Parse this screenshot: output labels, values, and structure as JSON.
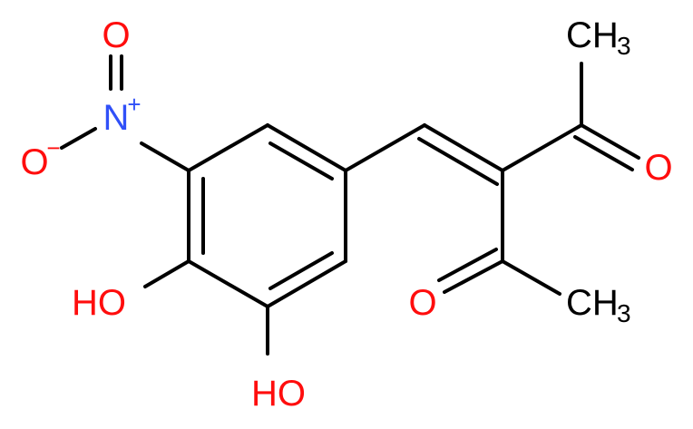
{
  "colors": {
    "bond": "#000000",
    "oxygen": "#ff0d0d",
    "nitrogen": "#3050f8",
    "carbon": "#000000"
  },
  "atoms": {
    "nitro_O_top": "O",
    "nitro_N": "N",
    "nitro_N_charge": "+",
    "nitro_O_neg": "O",
    "nitro_O_neg_charge": "−",
    "hydroxyl_1": "HO",
    "hydroxyl_2": "HO",
    "ketone_O_upper": "O",
    "ketone_O_lower": "O",
    "methyl_upper_C": "CH",
    "methyl_upper_sub": "3",
    "methyl_lower_C": "CH",
    "methyl_lower_sub": "3"
  }
}
